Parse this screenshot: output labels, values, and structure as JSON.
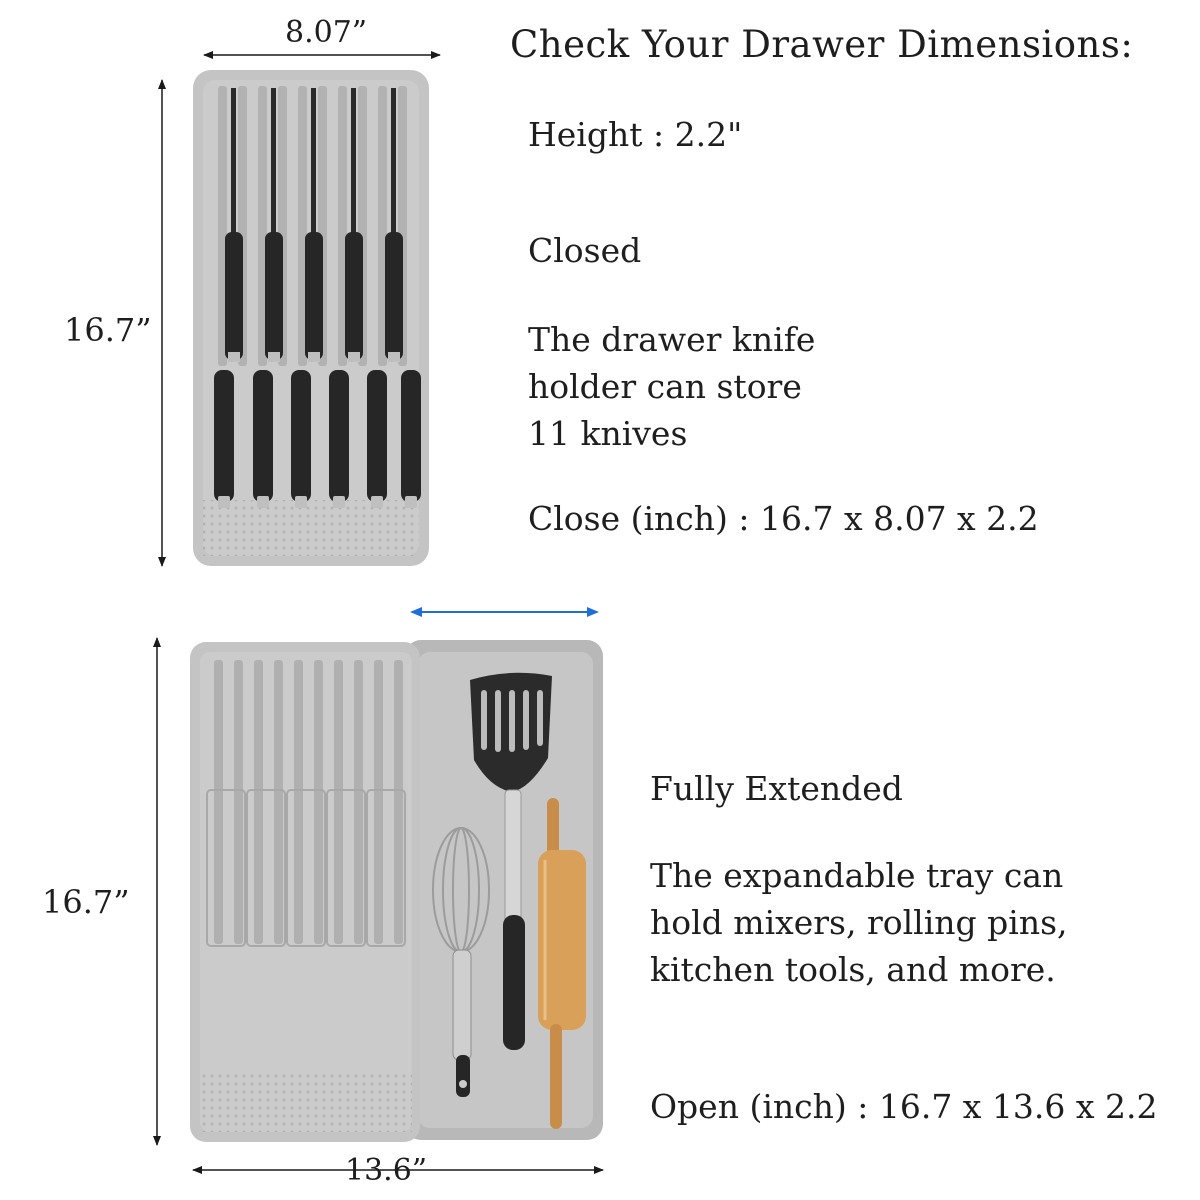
{
  "title": "Check Your Drawer Dimensions:",
  "height_spec": "Height : 2.2\"",
  "closed": {
    "heading": "Closed",
    "description": [
      "The drawer knife",
      "holder can store",
      "11 knives"
    ],
    "dimensions": "Close (inch) : 16.7 x 8.07 x 2.2"
  },
  "extended": {
    "heading": "Fully Extended",
    "description": [
      "The expandable tray can",
      "hold mixers, rolling pins,",
      "kitchen tools, and more."
    ],
    "dimensions": "Open (inch) : 16.7 x 13.6 x 2.2"
  },
  "dimension_labels": {
    "top_width": "8.07”",
    "top_height": "16.7”",
    "bottom_height": "16.7”",
    "bottom_width": "13.6”"
  },
  "colors": {
    "tray": "#bdbdbd",
    "tray_dark": "#a9a9a9",
    "handle": "#262626",
    "blade": "#d7d7d7",
    "wood": "#d9a05a",
    "arrow_blue": "#1e6fd9",
    "arrow_black": "#1a1a1a"
  },
  "icons": [
    "knife-icon",
    "spatula-icon",
    "whisk-icon",
    "rolling-pin-icon"
  ]
}
